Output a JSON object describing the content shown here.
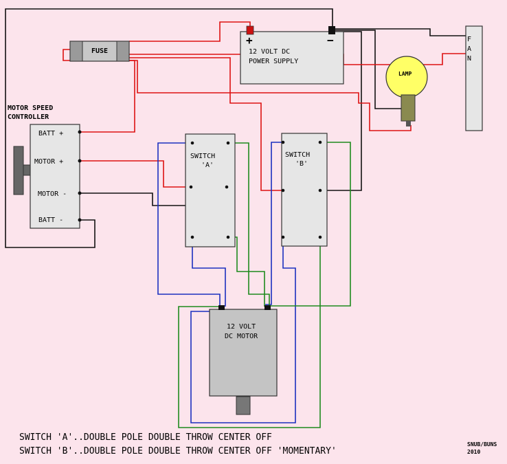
{
  "components": {
    "fuse": "FUSE",
    "power_supply_line1": "12 VOLT DC",
    "power_supply_line2": "POWER SUPPLY",
    "plus": "+",
    "minus": "−",
    "lamp": "LAMP",
    "fan": [
      "F",
      "A",
      "N"
    ],
    "controller_title_1": "MOTOR SPEED",
    "controller_title_2": "CONTROLLER",
    "batt_plus": "BATT +",
    "motor_plus": "MOTOR +",
    "motor_minus": "MOTOR  -",
    "batt_minus": "BATT  -",
    "switch_a_1": "SWITCH",
    "switch_a_2": "'A'",
    "switch_b_1": "SWITCH",
    "switch_b_2": "'B'",
    "motor_line1": "12 VOLT",
    "motor_line2": "DC MOTOR"
  },
  "notes": {
    "line1": "SWITCH 'A'..DOUBLE POLE DOUBLE THROW CENTER OFF",
    "line2": "SWITCH 'B'..DOUBLE POLE DOUBLE THROW CENTER OFF 'MOMENTARY'"
  },
  "credit": {
    "line1": "SNUB/BUNS",
    "line2": "2010"
  },
  "colors": {
    "background": "#fce4ec",
    "wire_positive": "#d11111",
    "wire_negative": "#111111",
    "wire_blue": "#1a2fbf",
    "wire_green": "#1d8a1d",
    "lamp_bulb": "#ffff66"
  }
}
